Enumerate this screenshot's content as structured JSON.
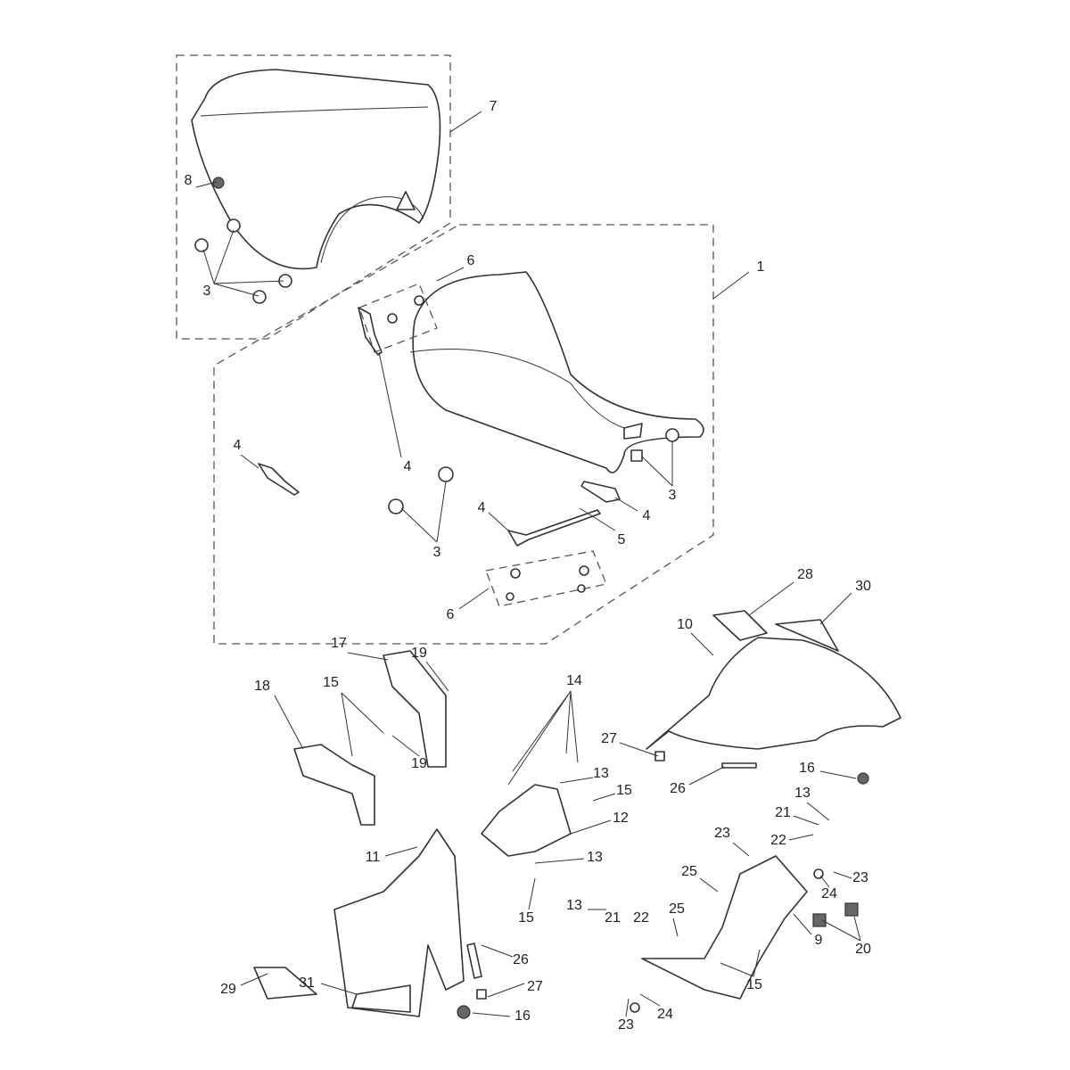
{
  "diagram": {
    "title": "Seat and rear bodywork exploded parts diagram",
    "callouts": [
      "7",
      "8",
      "3",
      "6",
      "1",
      "4",
      "4",
      "3",
      "3",
      "4",
      "5",
      "4",
      "6",
      "28",
      "30",
      "10",
      "17",
      "19",
      "18",
      "15",
      "14",
      "27",
      "19",
      "16",
      "13",
      "15",
      "26",
      "13",
      "21",
      "22",
      "12",
      "23",
      "11",
      "13",
      "23",
      "24",
      "25",
      "21",
      "22",
      "25",
      "13",
      "15",
      "9",
      "20",
      "29",
      "26",
      "27",
      "31",
      "16",
      "24",
      "15",
      "23"
    ]
  }
}
